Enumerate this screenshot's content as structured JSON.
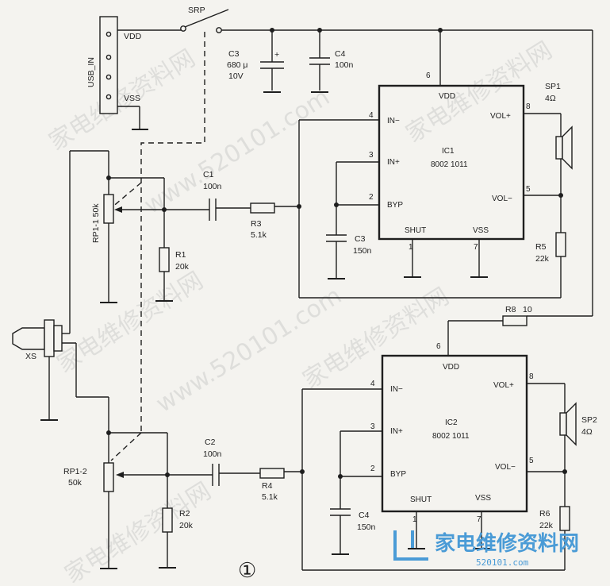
{
  "connector": {
    "name": "USB_IN",
    "pin_vdd": "VDD",
    "pin_vss": "VSS"
  },
  "switch": {
    "name": "SRP"
  },
  "cap_c3_top": {
    "name": "C3",
    "value": "680 μ",
    "voltage": "10V",
    "polarity": "+"
  },
  "cap_c4_top": {
    "name": "C4",
    "value": "100n"
  },
  "ic1": {
    "name": "IC1",
    "part": "8002 1011",
    "pin_vdd": "VDD",
    "pin_in_minus": "IN−",
    "pin_in_plus": "IN+",
    "pin_byp": "BYP",
    "pin_shut": "SHUT",
    "pin_vss": "VSS",
    "pin_vol_plus": "VOL+",
    "pin_vol_minus": "VOL−",
    "n_vdd": "6",
    "n_in_minus": "4",
    "n_in_plus": "3",
    "n_byp": "2",
    "n_shut": "1",
    "n_vss": "7",
    "n_vol_plus": "8",
    "n_vol_minus": "5"
  },
  "ic2": {
    "name": "IC2",
    "part": "8002 1011",
    "pin_vdd": "VDD",
    "pin_in_minus": "IN−",
    "pin_in_plus": "IN+",
    "pin_byp": "BYP",
    "pin_shut": "SHUT",
    "pin_vss": "VSS",
    "pin_vol_plus": "VOL+",
    "pin_vol_minus": "VOL−",
    "n_vdd": "6",
    "n_in_minus": "4",
    "n_in_plus": "3",
    "n_byp": "2",
    "n_shut": "1",
    "n_vss": "7",
    "n_vol_plus": "8",
    "n_vol_minus": "5"
  },
  "sp1": {
    "name": "SP1",
    "value": "4Ω"
  },
  "sp2": {
    "name": "SP2",
    "value": "4Ω"
  },
  "rp1_1": {
    "name": "RP1-1 50k"
  },
  "rp1_2": {
    "name": "RP1-2",
    "value": "50k"
  },
  "c1": {
    "name": "C1",
    "value": "100n"
  },
  "c2": {
    "name": "C2",
    "value": "100n"
  },
  "r1": {
    "name": "R1",
    "value": "20k"
  },
  "r2": {
    "name": "R2",
    "value": "20k"
  },
  "r3": {
    "name": "R3",
    "value": "5.1k"
  },
  "r4": {
    "name": "R4",
    "value": "5.1k"
  },
  "r5": {
    "name": "R5",
    "value": "22k"
  },
  "r6": {
    "name": "R6",
    "value": "22k"
  },
  "r8": {
    "name": "R8",
    "value": "10"
  },
  "c3_byp": {
    "name": "C3",
    "value": "150n"
  },
  "c4_byp": {
    "name": "C4",
    "value": "150n"
  },
  "jack": {
    "name": "XS"
  },
  "figure_number": "①",
  "watermark": {
    "url": "www.520101.com",
    "brand": "家电维修资料网",
    "logo_url": "520101.com"
  }
}
